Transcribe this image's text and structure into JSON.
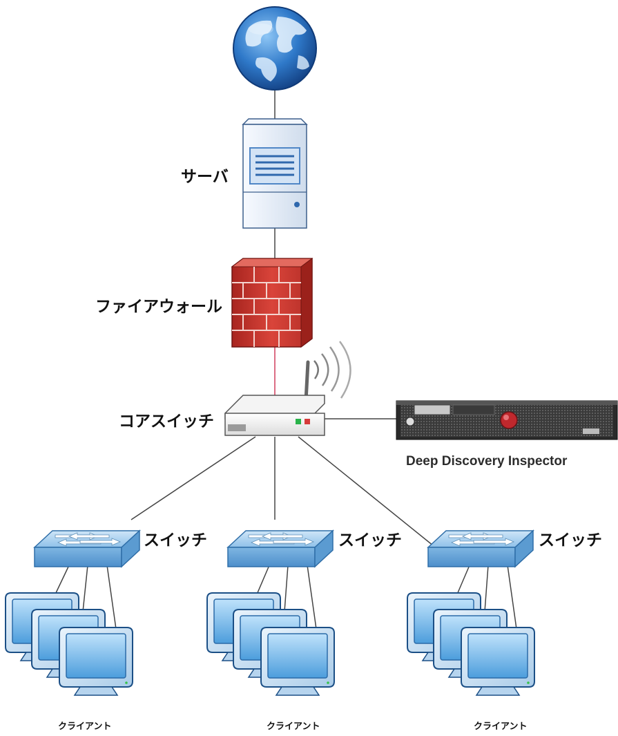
{
  "labels": {
    "server": "サーバ",
    "firewall": "ファイアウォール",
    "core_switch": "コアスイッチ",
    "appliance": "Deep Discovery Inspector",
    "switch_left": "スイッチ",
    "switch_mid": "スイッチ",
    "switch_right": "スイッチ",
    "client_left": "クライアント",
    "client_mid": "クライアント",
    "client_right": "クライアント"
  },
  "colors": {
    "link_line": "#444444",
    "firewall_link": "#d03a5a",
    "globe_blue": "#1f5fb0",
    "server_body": "#e9f0f8",
    "server_accent": "#4f86c6",
    "firewall_brick": "#c8332b",
    "switch_face": "#a9d0ee",
    "monitor_blue": "#6fb2e6",
    "appliance_dark": "#2a2a2a",
    "appliance_red": "#c0282d"
  }
}
